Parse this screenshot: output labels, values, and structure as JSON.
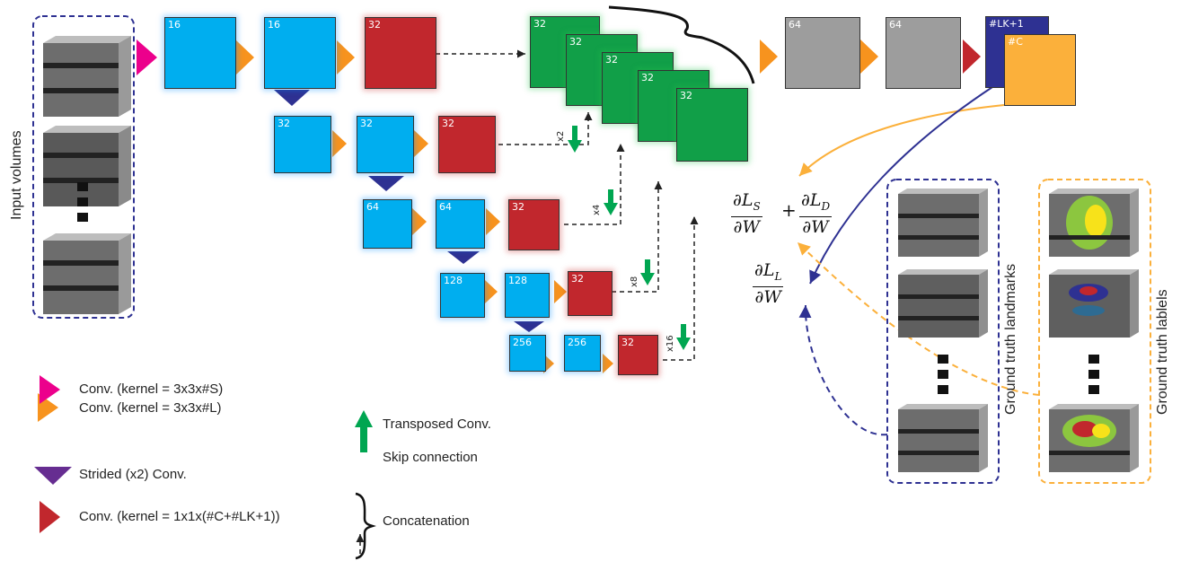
{
  "labels": {
    "input_volumes": "Input volumes",
    "gt_landmarks": "Ground truth landmarks",
    "gt_labels": "Ground truth lablels"
  },
  "legend": {
    "conv_s": "Conv. (kernel = 3x3x#S)",
    "conv_l": "Conv. (kernel = 3x3x#L)",
    "strided": "Strided (x2) Conv.",
    "conv_c": "Conv. (kernel = 1x1x(#C+#LK+1))",
    "transposed": "Transposed Conv.",
    "skip": "Skip connection",
    "concat": "Concatenation"
  },
  "blocks": {
    "l1a": "16",
    "l1b": "16",
    "l1c": "32",
    "l2a": "32",
    "l2b": "32",
    "l2c": "32",
    "l3a": "64",
    "l3b": "64",
    "l3c": "32",
    "l4a": "128",
    "l4b": "128",
    "l4c": "32",
    "l5a": "256",
    "l5b": "256",
    "l5c": "32",
    "g1": "32",
    "g2": "32",
    "g3": "32",
    "g4": "32",
    "g5": "32",
    "gray1": "64",
    "gray2": "64",
    "lk": "#LK+1",
    "c": "#C"
  },
  "upscale": {
    "x2": "x2",
    "x4": "x4",
    "x8": "x8",
    "x16": "x16"
  },
  "losses": {
    "ls_num": "∂L",
    "ls_sub": "S",
    "den": "∂W",
    "ld_num": "∂L",
    "ld_sub": "D",
    "ll_num": "∂L",
    "ll_sub": "L",
    "plus": "+"
  },
  "colors": {
    "blue": "#00aeef",
    "red": "#c1272d",
    "green": "#119f48",
    "gray": "#9d9d9d",
    "navy": "#2e3192",
    "orange": "#fbb03b",
    "magenta": "#ec008c",
    "purple": "#662d91"
  }
}
